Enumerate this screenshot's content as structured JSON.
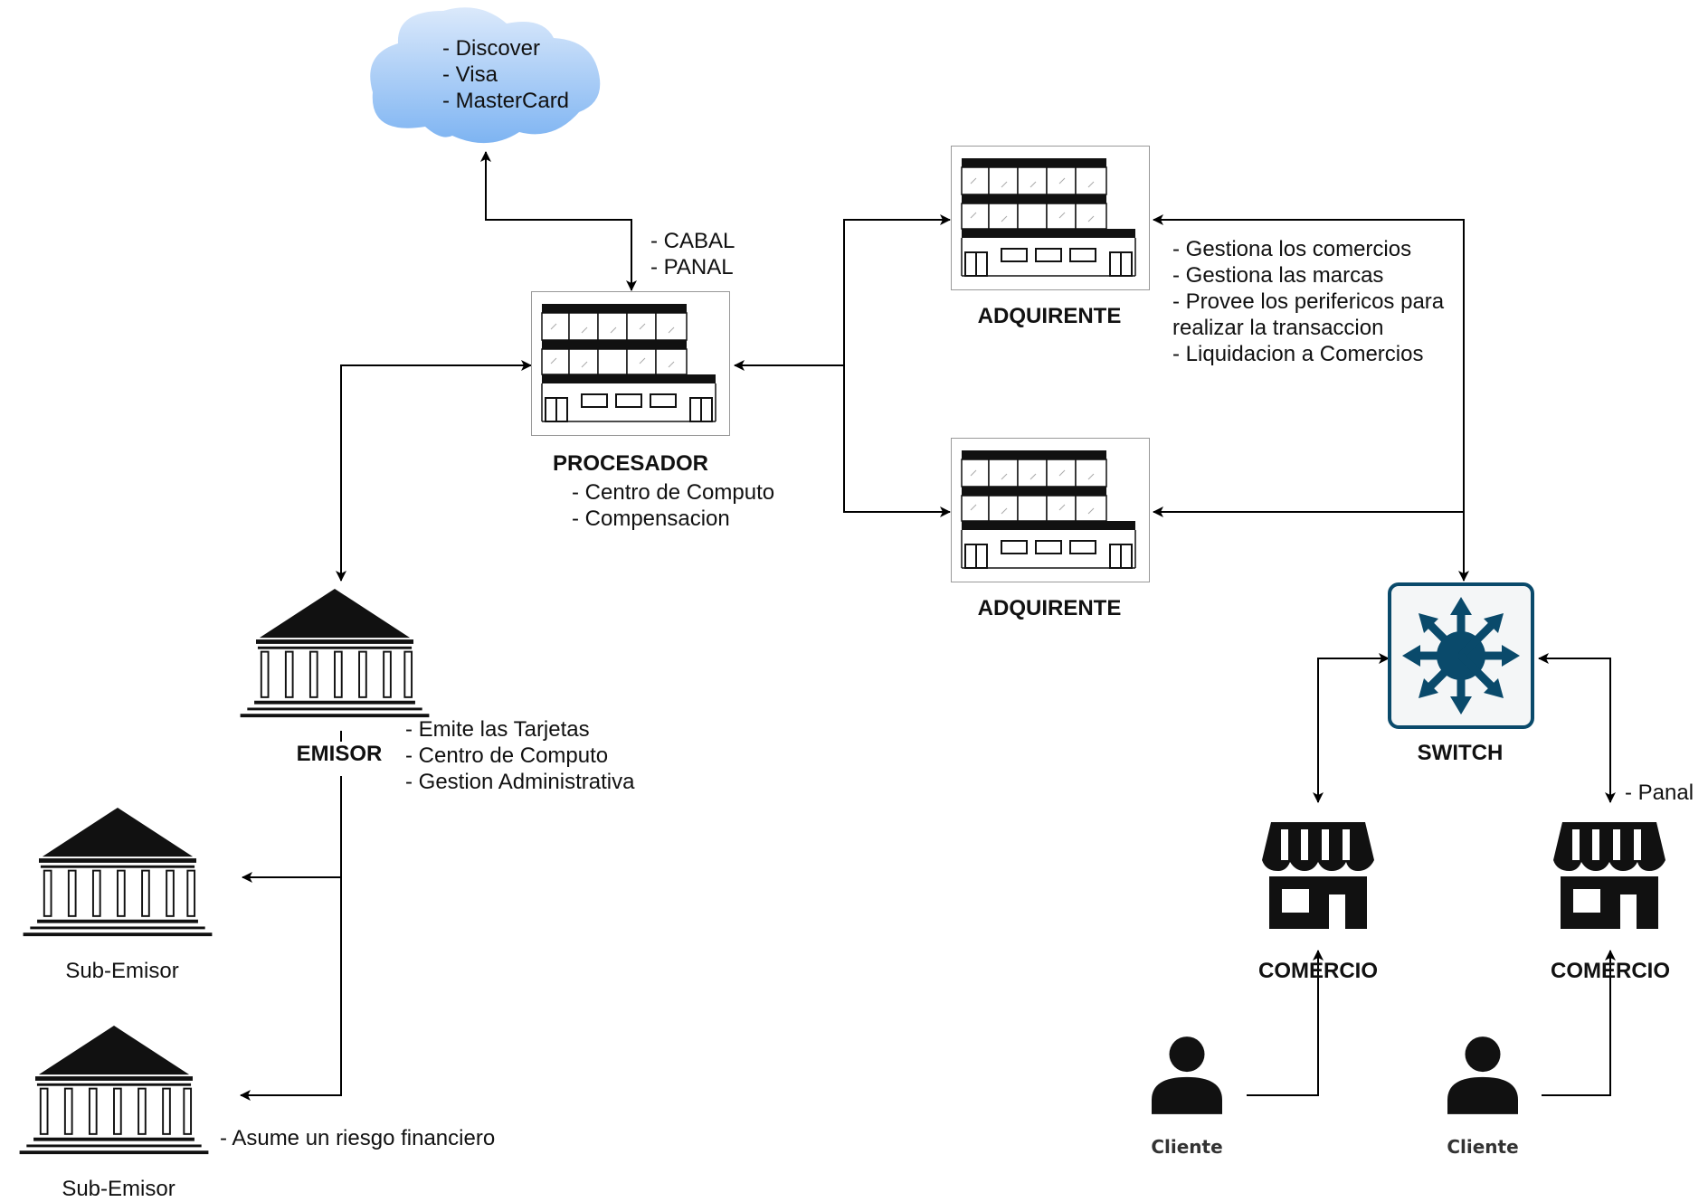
{
  "cloud": {
    "items": [
      "- Discover",
      "- Visa",
      "- MasterCard"
    ]
  },
  "procesador": {
    "label": "PROCESADOR",
    "brands": [
      "- CABAL",
      "- PANAL"
    ],
    "notes": [
      "- Centro de Computo",
      "- Compensacion"
    ]
  },
  "adquirente_1": {
    "label": "ADQUIRENTE"
  },
  "adquirente_2": {
    "label": "ADQUIRENTE"
  },
  "adquirente_notes": [
    "- Gestiona los comercios",
    "- Gestiona las marcas",
    "- Provee los perifericos para",
    "realizar la transaccion",
    "- Liquidacion a Comercios"
  ],
  "emisor": {
    "label": "EMISOR",
    "notes": [
      "- Emite las Tarjetas",
      "- Centro de Computo",
      "- Gestion Administrativa"
    ]
  },
  "sub_emisor_1": {
    "label": "Sub-Emisor"
  },
  "sub_emisor_2": {
    "label": "Sub-Emisor",
    "note": "- Asume un riesgo financiero"
  },
  "switch": {
    "label": "SWITCH"
  },
  "comercio_1": {
    "label": "COMERCIO"
  },
  "comercio_2": {
    "label": "COMERCIO",
    "note": "- Panal"
  },
  "cliente_1": {
    "label": "Cliente"
  },
  "cliente_2": {
    "label": "Cliente"
  },
  "colors": {
    "cloud_top": "#dbe9fb",
    "cloud_bottom": "#7eb4f2",
    "switch_fill": "#0a4a6b",
    "switch_bg": "#f4f6f7",
    "line": "#000000"
  }
}
